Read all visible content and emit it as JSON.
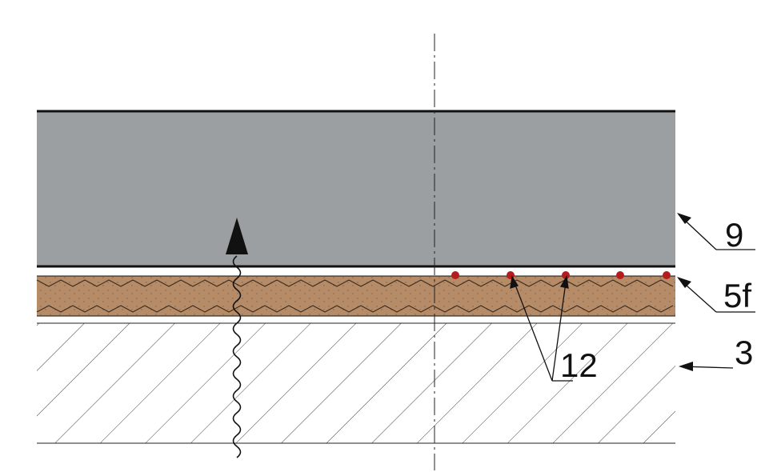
{
  "labels": {
    "layer_top": "9",
    "layer_middle": "5f",
    "layer_bottom": "3",
    "dots": "12"
  },
  "colors": {
    "layer_top_fill": "#9b9fa2",
    "layer_middle_fill": "#b58c67",
    "dot_fill": "#b31d1d",
    "line": "#111111"
  },
  "dots_count": 5
}
